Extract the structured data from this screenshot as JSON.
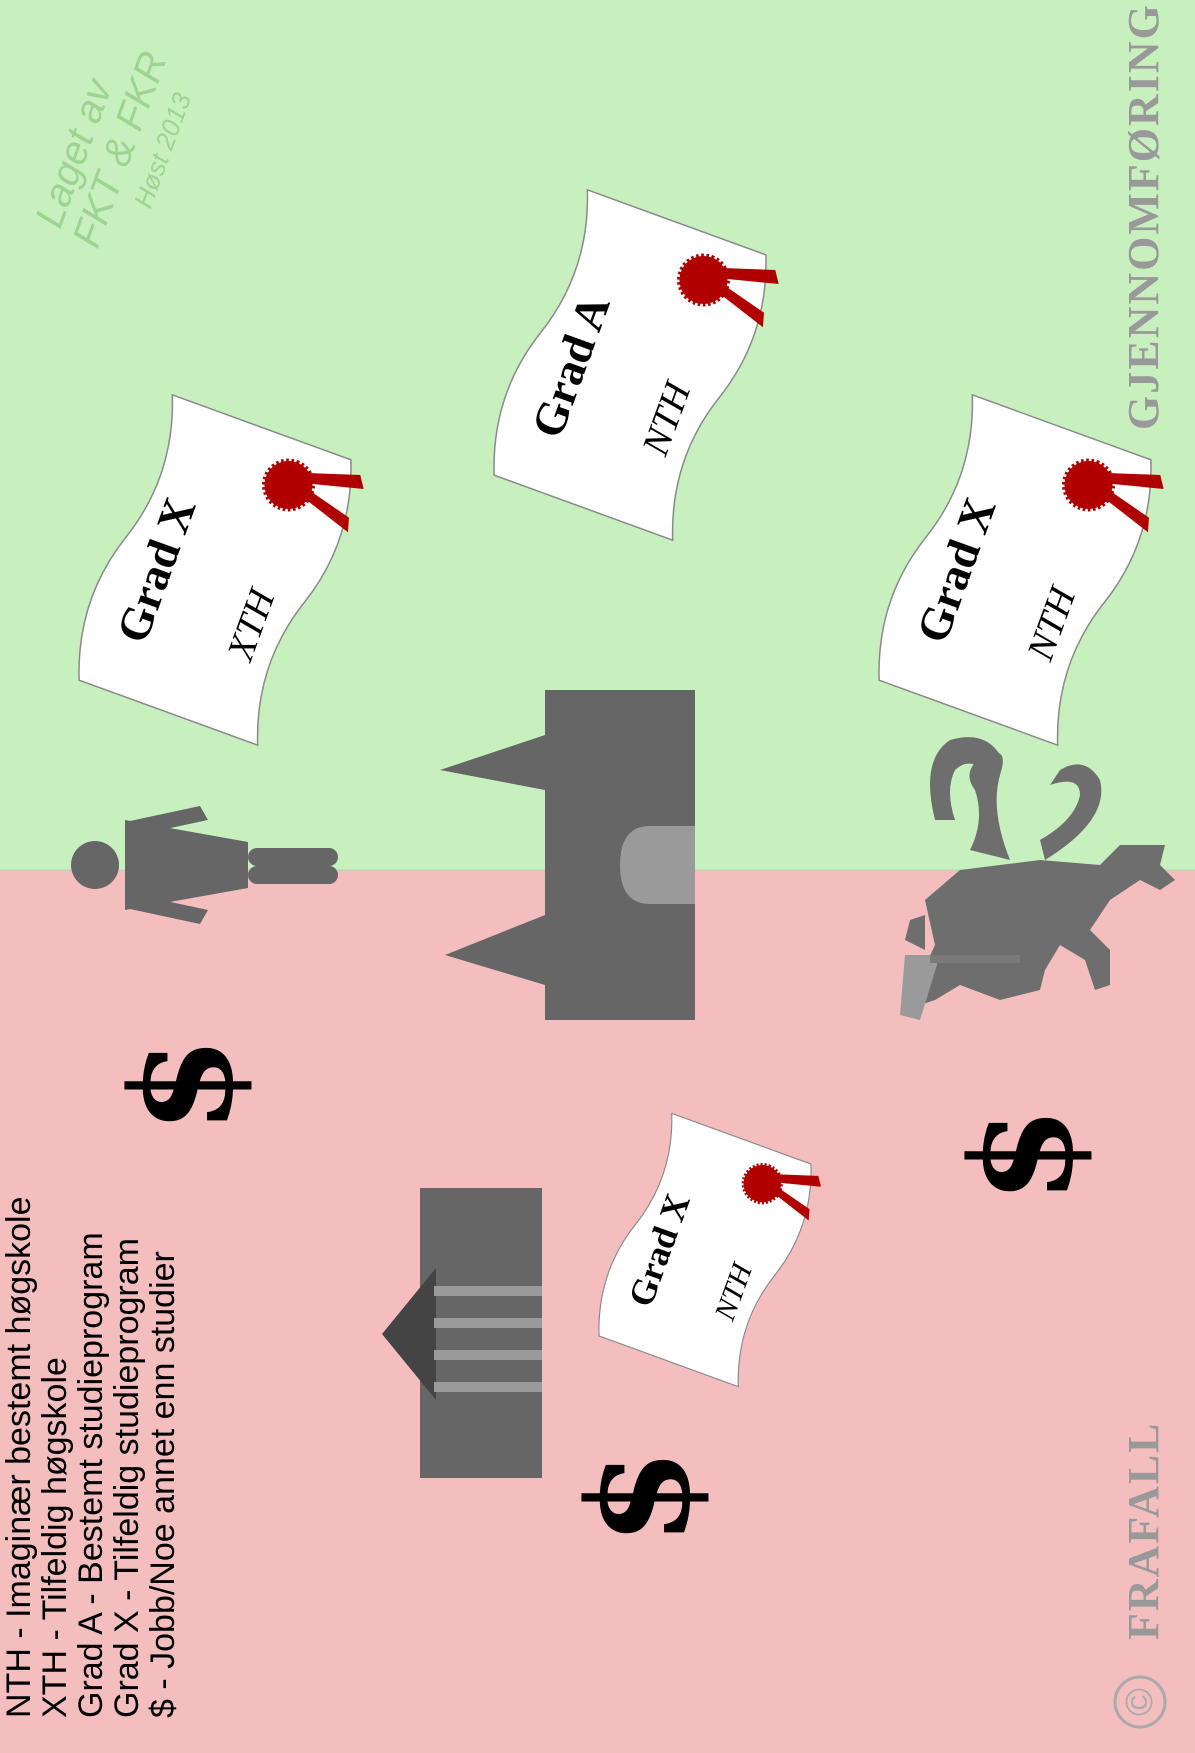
{
  "regions": {
    "success": {
      "label": "GJENNOMFØRING",
      "color": "#c8f0bf"
    },
    "dropout": {
      "label": "FRAFALL",
      "color": "#f4bebe"
    }
  },
  "copyright_symbol": "©",
  "credit": {
    "line1": "Laget av",
    "line2": "FKT & FKR",
    "line3": "Høst 2013"
  },
  "legend": [
    "NTH - Imaginær bestemt høgskole",
    "XTH - Tilfeldig høgskole",
    "Grad A - Bestemt studieprogram",
    "Grad X - Tilfeldig studieprogram",
    "$ - Jobb/Noe annet enn studier"
  ],
  "diplomas": [
    {
      "degree": "Grad X",
      "school": "XTH"
    },
    {
      "degree": "Grad A",
      "school": "NTH"
    },
    {
      "degree": "Grad X",
      "school": "NTH"
    },
    {
      "degree": "Grad X",
      "school": "NTH"
    }
  ],
  "dollar_symbol": "$",
  "icons": [
    "person-icon",
    "cathedral-icon",
    "lion-crest-icon",
    "temple-icon",
    "dollar-icon",
    "diploma-icon",
    "seal-icon"
  ],
  "colors": {
    "icon_gray": "#666666",
    "seal_red": "#b00000",
    "label_gray": "#999999"
  }
}
